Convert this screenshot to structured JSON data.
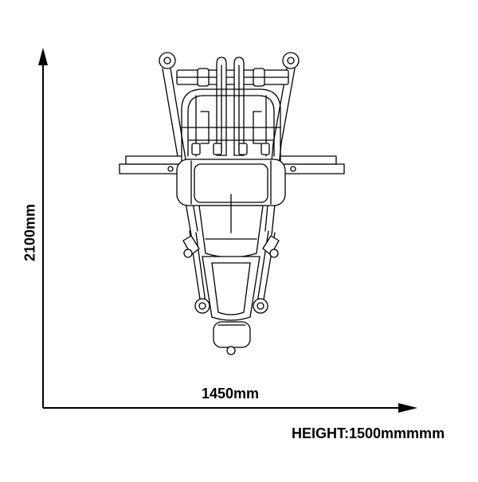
{
  "dimensions": {
    "depth": "2100mm",
    "width": "1450mm",
    "height": "HEIGHT:1500mmmmm"
  }
}
